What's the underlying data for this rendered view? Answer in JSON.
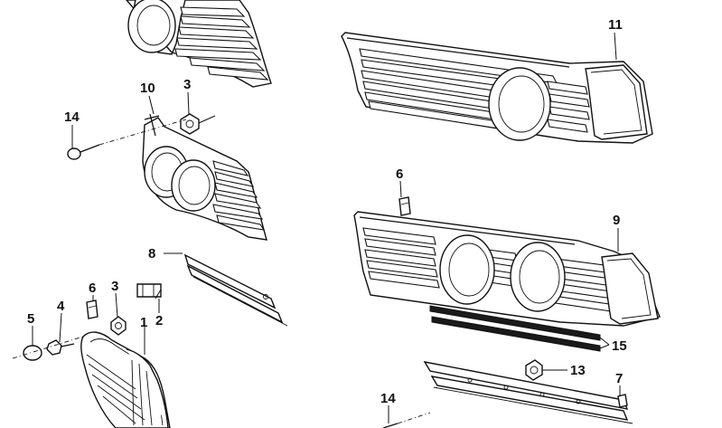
{
  "diagram": {
    "callouts": {
      "c1": "1",
      "c2": "2",
      "c3a": "3",
      "c3b": "3",
      "c4": "4",
      "c5": "5",
      "c6a": "6",
      "c6b": "6",
      "c7": "7",
      "c8": "8",
      "c9": "9",
      "c10": "10",
      "c11": "11",
      "c13": "13",
      "c14a": "14",
      "c14b": "14",
      "c15": "15"
    }
  }
}
